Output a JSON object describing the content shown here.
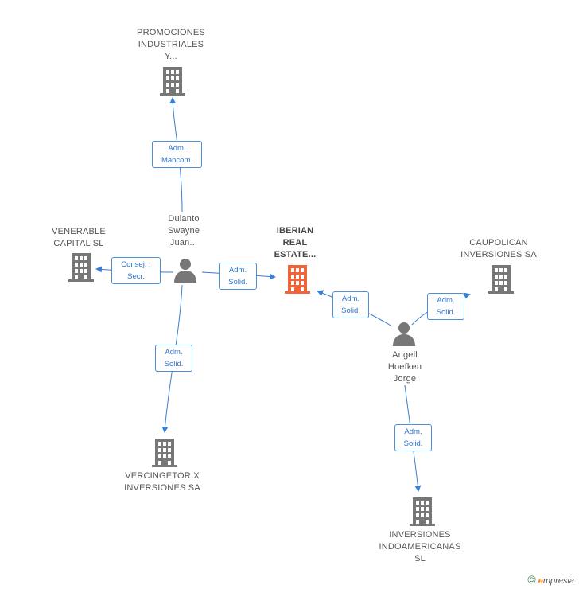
{
  "nodes": {
    "promociones": {
      "lines": [
        "PROMOCIONES",
        "INDUSTRIALES",
        "Y..."
      ]
    },
    "venerable": {
      "lines": [
        "VENERABLE",
        "CAPITAL SL"
      ]
    },
    "dulanto": {
      "lines": [
        "Dulanto",
        "Swayne",
        "Juan..."
      ]
    },
    "iberian": {
      "lines": [
        "IBERIAN",
        "REAL",
        "ESTATE..."
      ]
    },
    "caupolican": {
      "lines": [
        "CAUPOLICAN",
        "INVERSIONES SA"
      ]
    },
    "angell": {
      "lines": [
        "Angell",
        "Hoefken",
        "Jorge"
      ]
    },
    "vercingetorix": {
      "lines": [
        "VERCINGETORIX",
        "INVERSIONES SA"
      ]
    },
    "inversiones": {
      "lines": [
        "INVERSIONES",
        "INDOAMERICANAS",
        "SL"
      ]
    }
  },
  "edges": {
    "dulanto_promociones": [
      "Adm.",
      "Mancom."
    ],
    "dulanto_venerable": [
      "Consej. ,",
      "Secr."
    ],
    "dulanto_iberian": [
      "Adm.",
      "Solid."
    ],
    "angell_iberian": [
      "Adm.",
      "Solid."
    ],
    "angell_caupolican": [
      "Adm.",
      "Solid."
    ],
    "dulanto_vercingetorix": [
      "Adm.",
      "Solid."
    ],
    "angell_inversiones": [
      "Adm.",
      "Solid."
    ]
  },
  "colors": {
    "edge": "#3a7fd0",
    "company_icon": "#777777",
    "center_icon": "#f0643a",
    "person_icon": "#777777"
  },
  "footer": {
    "copyright": "©",
    "brand_e": "e",
    "brand_rest": "mpresia"
  }
}
